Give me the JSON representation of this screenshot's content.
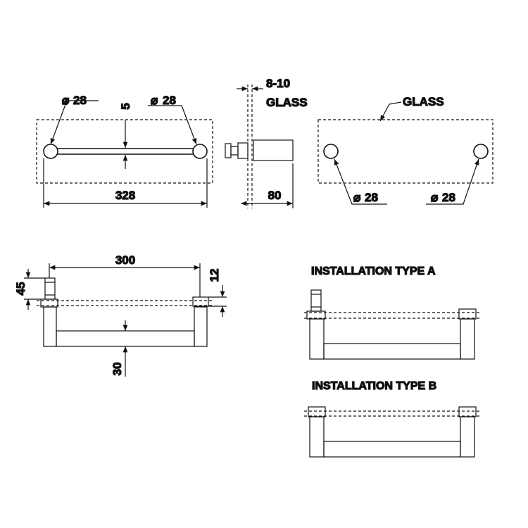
{
  "top_front": {
    "diameter_left": "28",
    "diameter_right": "28",
    "offset": "5",
    "overall_width": "328"
  },
  "top_side": {
    "glass_thickness": "8-10",
    "glass_label": "GLASS",
    "projection": "80"
  },
  "top_back": {
    "glass_label": "GLASS",
    "diameter_left": "28",
    "diameter_right": "28"
  },
  "section": {
    "centers": "300",
    "height": "45",
    "top_thickness": "12",
    "bar_size": "30"
  },
  "type_a": {
    "title": "INSTALLATION TYPE A"
  },
  "type_b": {
    "title": "INSTALLATION TYPE B"
  },
  "symbols": {
    "diameter": "⌀"
  }
}
